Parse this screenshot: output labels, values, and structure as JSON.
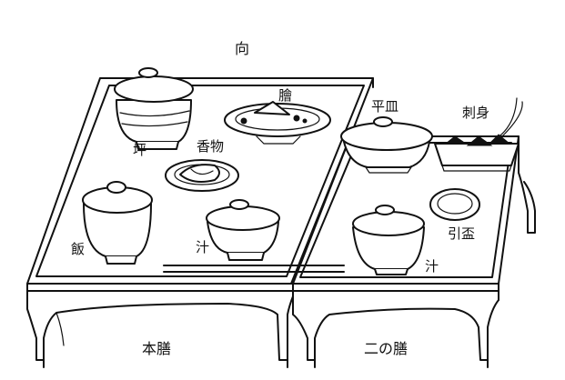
{
  "labels": {
    "top": "向",
    "tsubo": "坪",
    "namasu": "膾",
    "konomono": "香物",
    "meshi": "飯",
    "shiru_main": "汁",
    "hirasara": "平皿",
    "sashimi": "刺身",
    "hikisakazuki": "引盃",
    "shiru_second": "汁",
    "honzen": "本膳",
    "ninozen": "二の膳"
  }
}
